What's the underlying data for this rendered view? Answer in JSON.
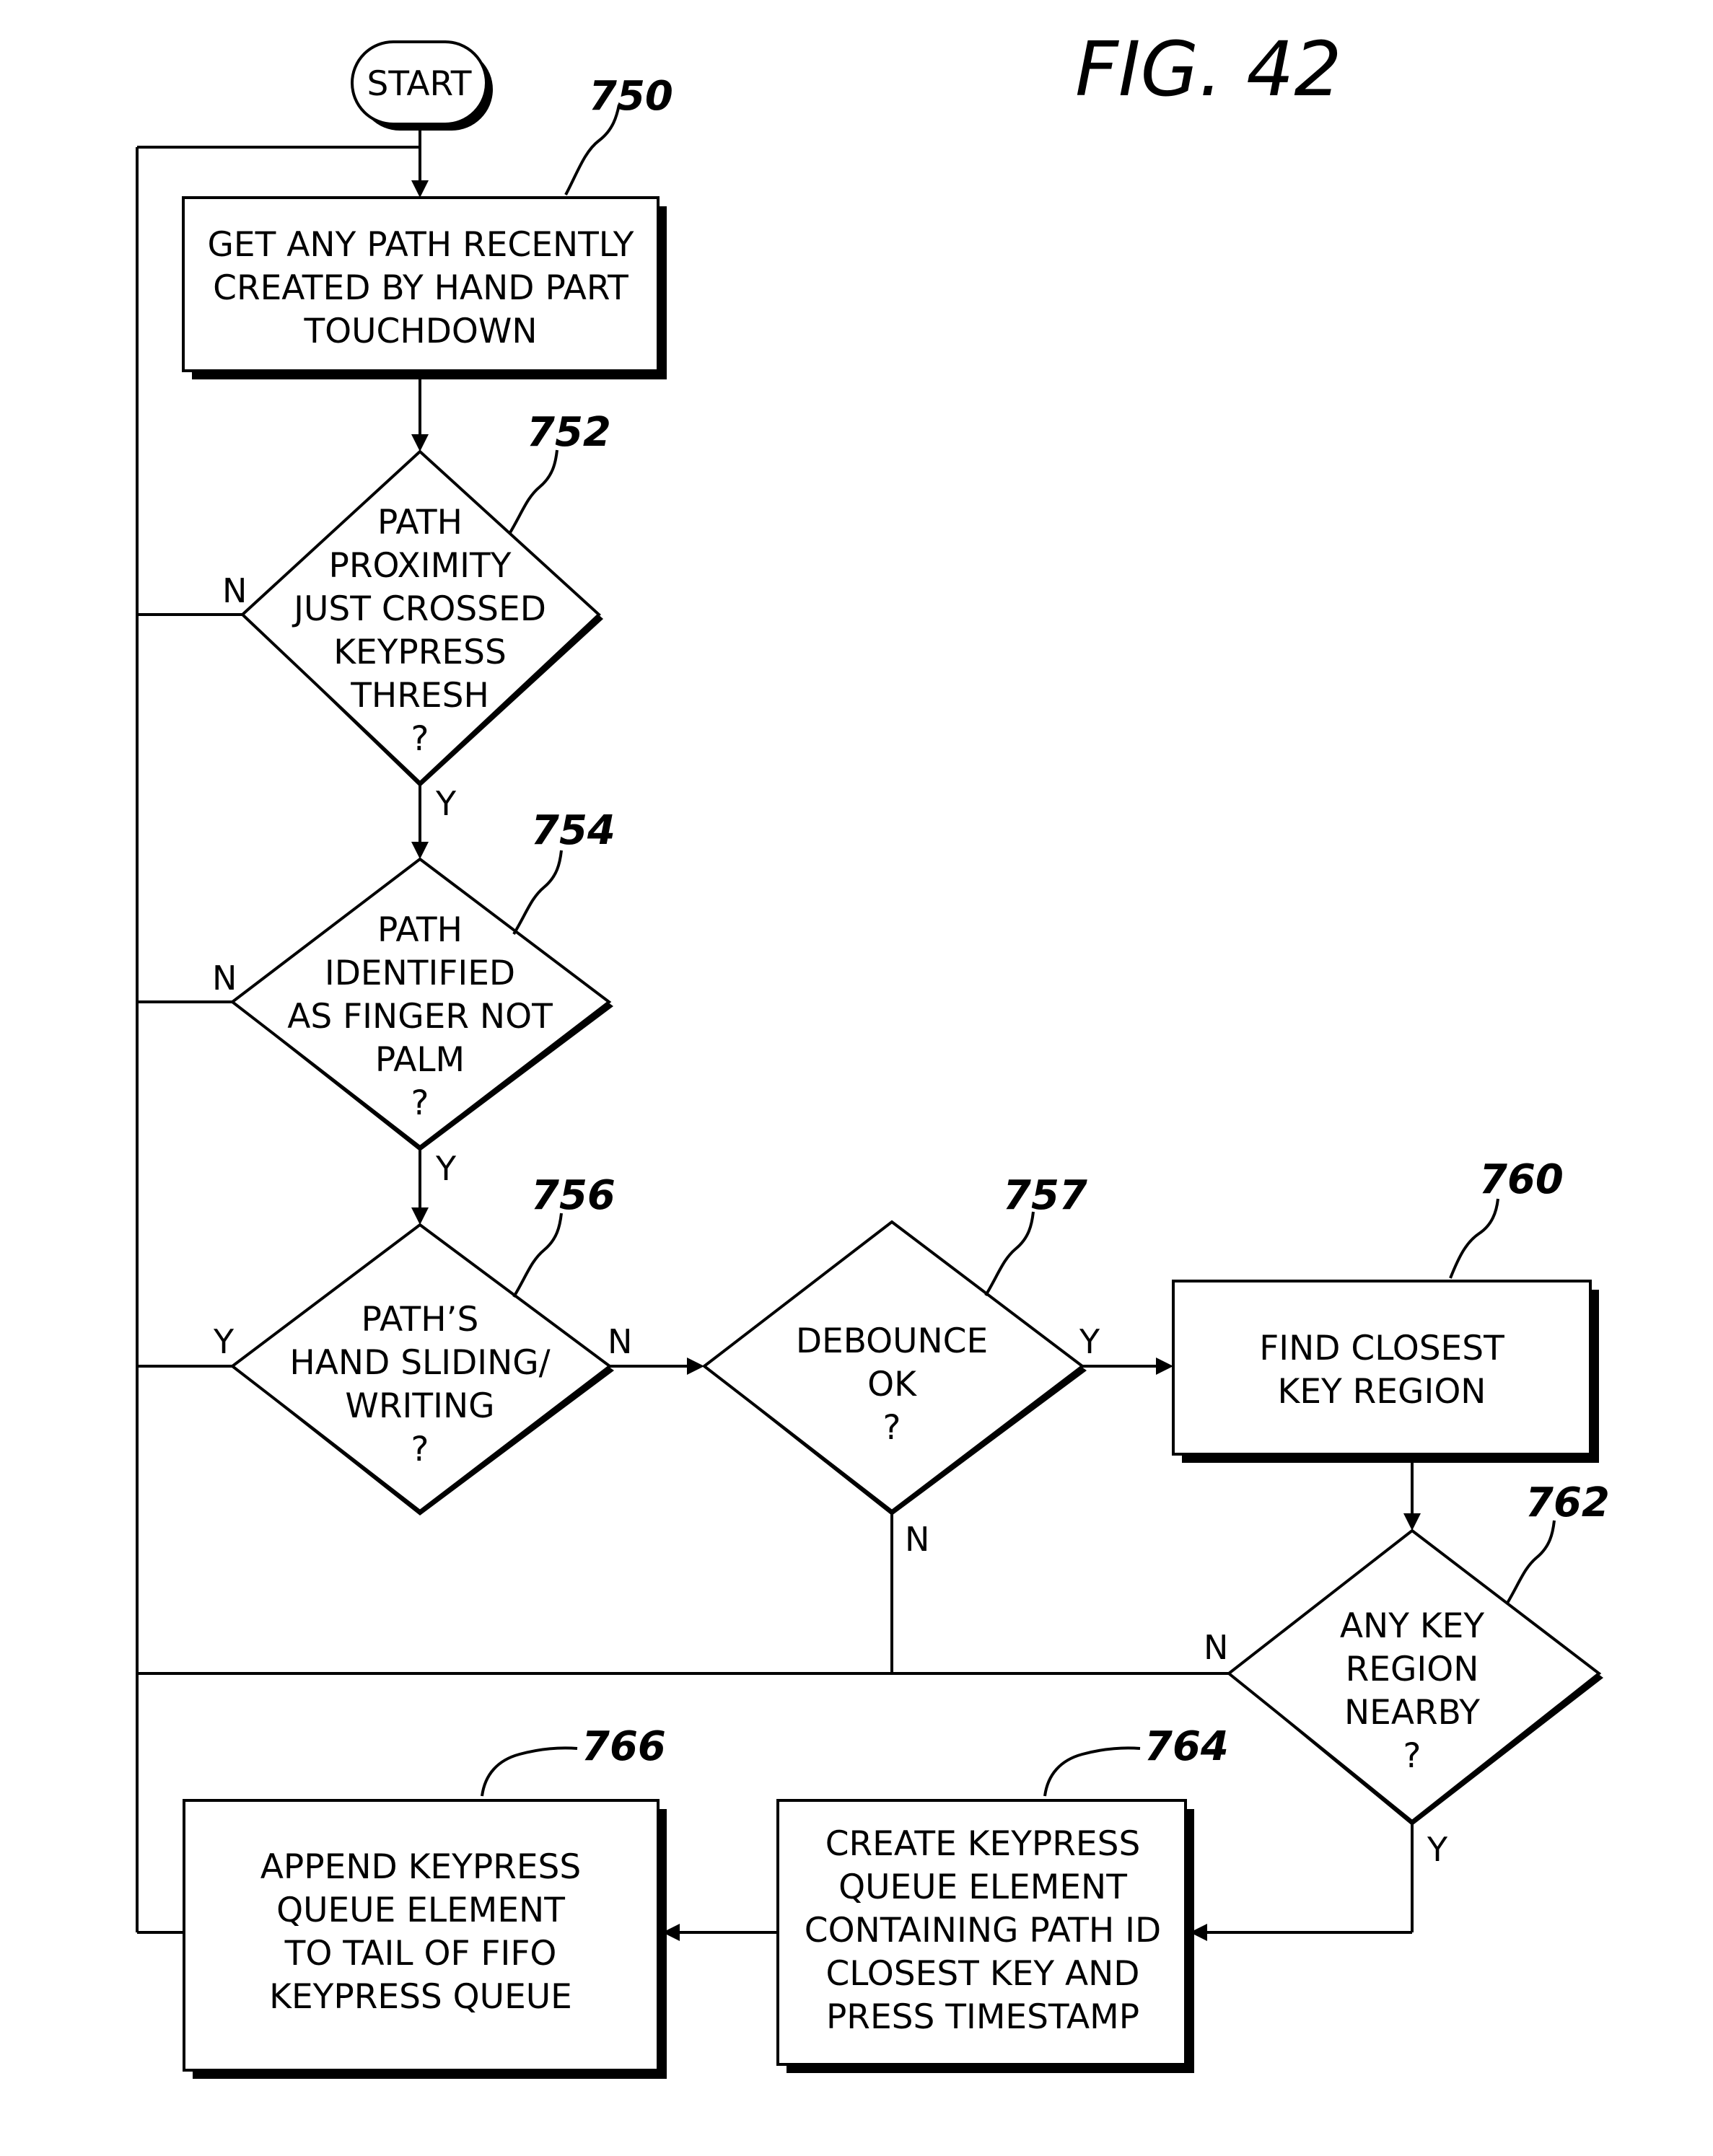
{
  "figure_title": "FIG. 42",
  "nodes": {
    "start": {
      "lines": [
        "START"
      ]
    },
    "n750": {
      "ref": "750",
      "lines": [
        "GET ANY PATH RECENTLY",
        "CREATED BY HAND PART",
        "TOUCHDOWN"
      ]
    },
    "n752": {
      "ref": "752",
      "lines": [
        "PATH",
        "PROXIMITY",
        "JUST CROSSED",
        "KEYPRESS",
        "THRESH",
        "?"
      ]
    },
    "n754": {
      "ref": "754",
      "lines": [
        "PATH",
        "IDENTIFIED",
        "AS FINGER NOT",
        "PALM",
        "?"
      ]
    },
    "n756": {
      "ref": "756",
      "lines": [
        "PATH’S",
        "HAND SLIDING/",
        "WRITING",
        "?"
      ]
    },
    "n757": {
      "ref": "757",
      "lines": [
        "DEBOUNCE",
        "OK",
        "?"
      ]
    },
    "n760": {
      "ref": "760",
      "lines": [
        "FIND CLOSEST",
        "KEY REGION"
      ]
    },
    "n762": {
      "ref": "762",
      "lines": [
        "ANY KEY",
        "REGION",
        "NEARBY",
        "?"
      ]
    },
    "n764": {
      "ref": "764",
      "lines": [
        "CREATE KEYPRESS",
        "QUEUE ELEMENT",
        "CONTAINING PATH ID",
        "CLOSEST KEY AND",
        "PRESS TIMESTAMP"
      ]
    },
    "n766": {
      "ref": "766",
      "lines": [
        "APPEND KEYPRESS",
        "QUEUE ELEMENT",
        "TO TAIL OF FIFO",
        "KEYPRESS QUEUE"
      ]
    }
  },
  "edge_labels": {
    "n752_no": "N",
    "n752_yes": "Y",
    "n754_no": "N",
    "n754_yes": "Y",
    "n756_yes": "Y",
    "n756_no": "N",
    "n757_yes": "Y",
    "n757_no": "N",
    "n762_no": "N",
    "n762_yes": "Y"
  }
}
